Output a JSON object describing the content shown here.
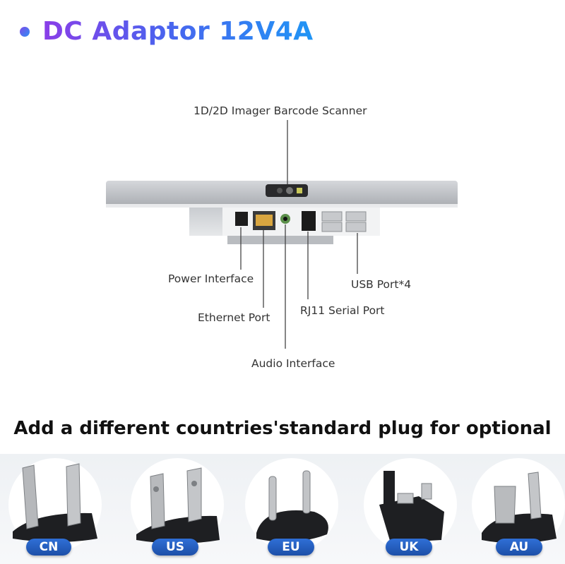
{
  "title": "DC Adaptor 12V4A",
  "labels": {
    "scanner": "1D/2D Imager Barcode Scanner",
    "power": "Power Interface",
    "ethernet": "Ethernet Port",
    "audio": "Audio Interface",
    "rj11": "RJ11 Serial Port",
    "usb": "USB Port*4"
  },
  "subtitle": "Add a different countries'standard plug for optional",
  "plugs": [
    "CN",
    "US",
    "EU",
    "UK",
    "AU"
  ],
  "colors": {
    "title_start": "#8a3ee8",
    "title_end": "#1f95f5",
    "badge": "#2559bb"
  }
}
